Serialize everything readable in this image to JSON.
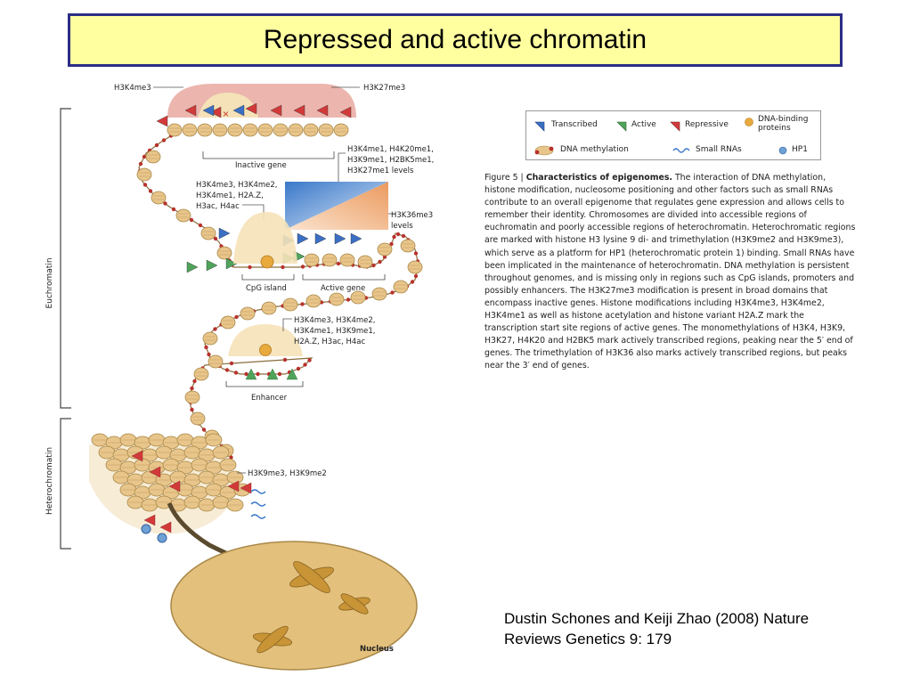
{
  "slide": {
    "title": "Repressed and active chromatin",
    "citation_line1": "Dustin Schones and Keiji Zhao (2008) Nature",
    "citation_line2": "Reviews Genetics 9: 179"
  },
  "figure": {
    "labels": {
      "h3k4me3_top": "H3K4me3",
      "h3k27me3_top": "H3K27me3",
      "inactive_gene": "Inactive gene",
      "mono_marks_1": "H3K4me1, H4K20me1,",
      "mono_marks_2": "H3K9me1, H2BK5me1,",
      "mono_marks_3": "H3K27me1 levels",
      "promoter_marks_1": "H3K4me3, H3K4me2,",
      "promoter_marks_2": "H3K4me1, H2A.Z,",
      "promoter_marks_3": "H3ac, H4ac",
      "h3k36_1": "H3K36me3",
      "h3k36_2": "levels",
      "cpg_island": "CpG island",
      "active_gene": "Active gene",
      "enh_marks_1": "H3K4me3, H3K4me2,",
      "enh_marks_2": "H3K4me1, H3K9me1,",
      "enh_marks_3": "H2A.Z, H3ac, H4ac",
      "enhancer": "Enhancer",
      "hetero_marks": "H3K9me3, H3K9me2",
      "nucleus": "Nucleus",
      "euchromatin": "Euchromatin",
      "heterochromatin": "Heterochromatin"
    },
    "legend": {
      "transcribed": "Transcribed",
      "active": "Active",
      "repressive": "Repressive",
      "dna_binding_1": "DNA-binding",
      "dna_binding_2": "proteins",
      "dna_methylation": "DNA methylation",
      "small_rnas": "Small RNAs",
      "hp1": "HP1"
    },
    "colors": {
      "transcribed": "#3a6fc4",
      "active": "#4fa35a",
      "repressive": "#d23a3a",
      "nucleosome": "#e8c58a",
      "methylation": "#b8322c",
      "nucleus": "#e3c07c"
    },
    "caption": {
      "figure_label": "Figure 5 |",
      "heading": "Characteristics of epigenomes.",
      "body": "The interaction of DNA methylation, histone modification, nucleosome positioning and other factors such as small RNAs contribute to an overall epigenome that regulates gene expression and allows cells to remember their identity. Chromosomes are divided into accessible regions of euchromatin and poorly accessible regions of heterochromatin. Heterochromatic regions are marked with histone H3 lysine 9 di- and trimethylation (H3K9me2 and H3K9me3), which serve as a platform for HP1 (heterochromatic protein 1) binding. Small RNAs have been implicated in the maintenance of heterochromatin. DNA methylation is persistent throughout genomes, and is missing only in regions such as CpG islands, promoters and possibly enhancers. The H3K27me3 modification is present in broad domains that encompass inactive genes. Histone modifications including H3K4me3, H3K4me2, H3K4me1 as well as histone acetylation and histone variant H2A.Z mark the transcription start site regions of active genes. The monomethylations of H3K4, H3K9, H3K27, H4K20 and H2BK5 mark actively transcribed regions, peaking near the 5′ end of genes. The trimethylation of H3K36 also marks actively transcribed regions, but peaks near the 3′ end of genes."
    }
  }
}
